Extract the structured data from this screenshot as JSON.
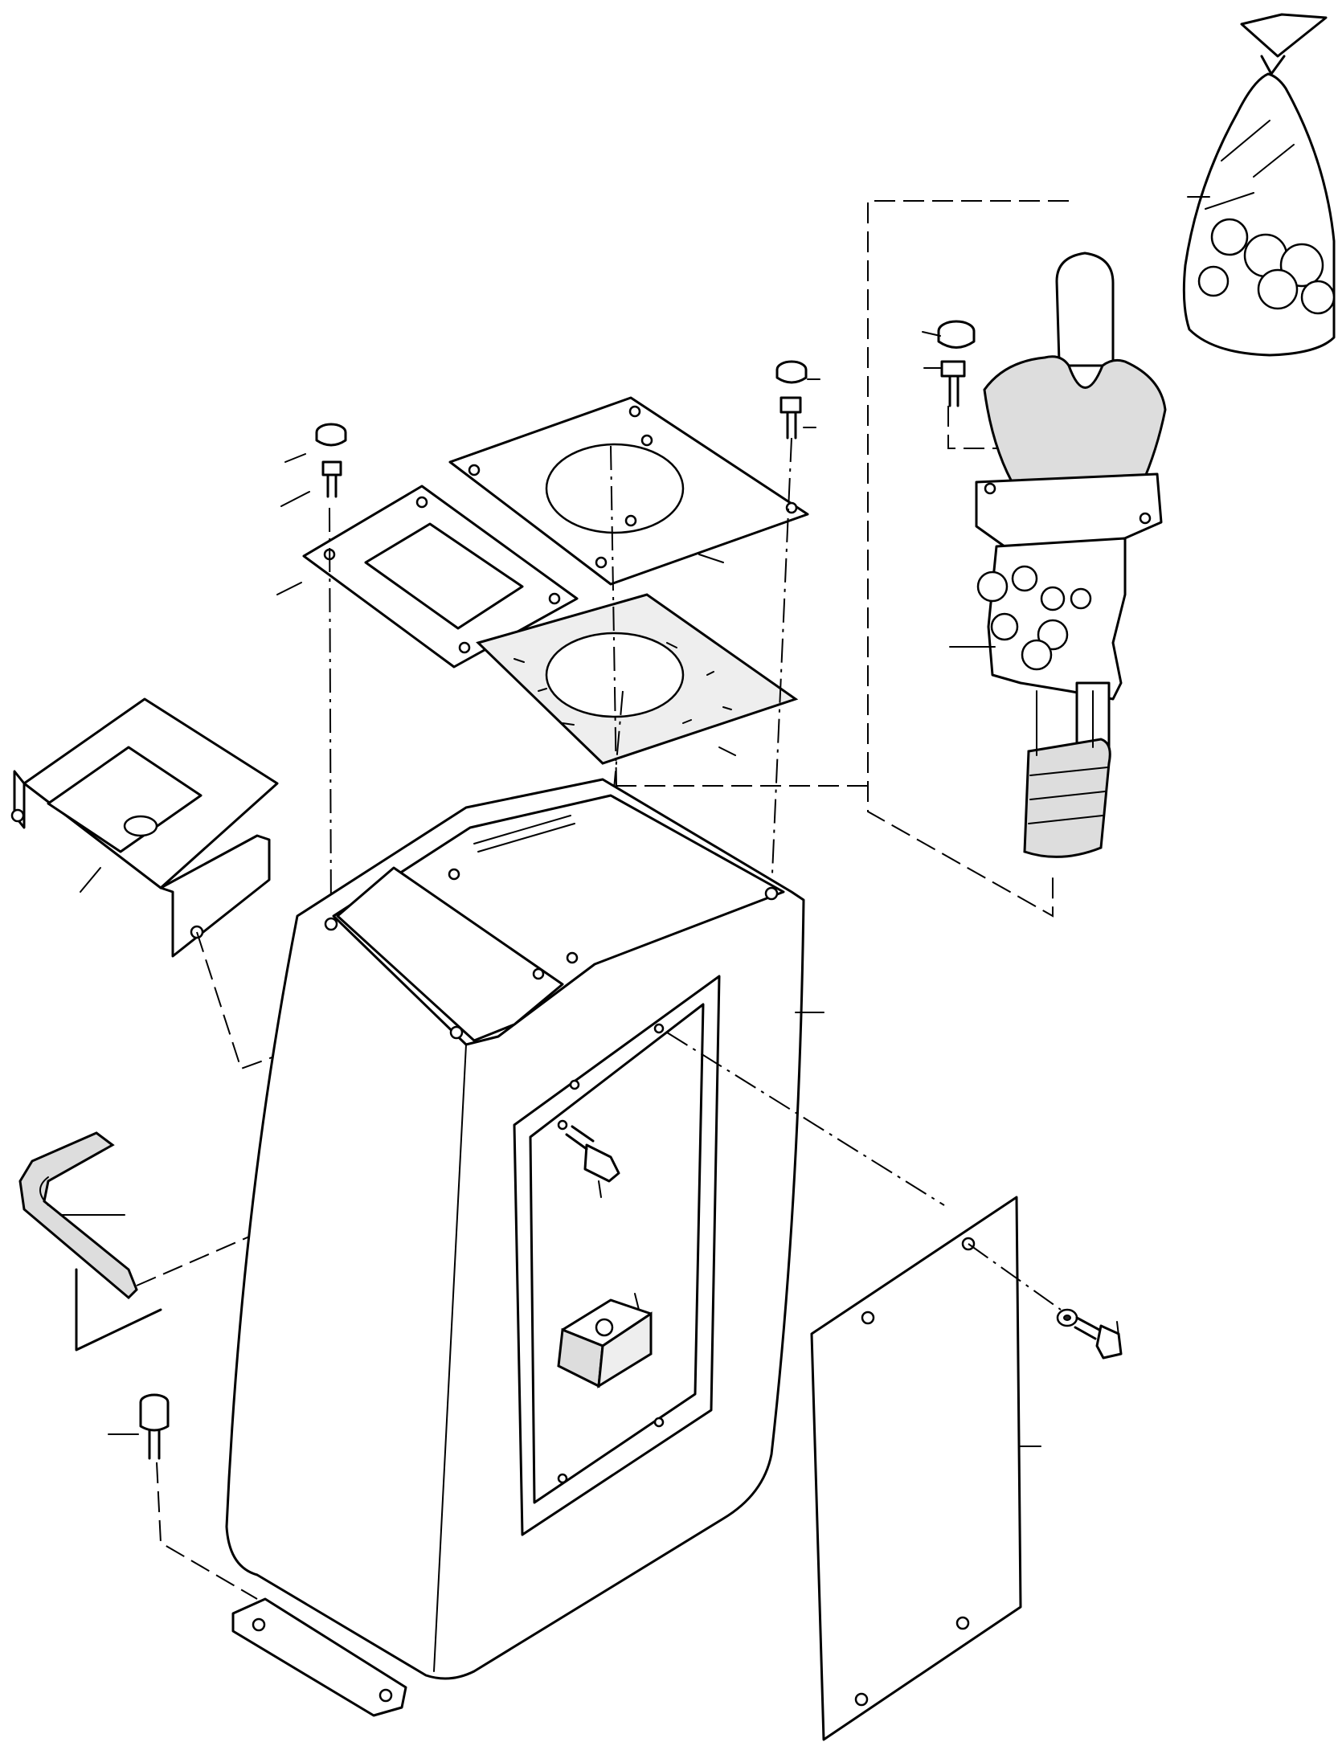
{
  "diagram": {
    "kind": "exploded-parts-view",
    "components": [
      {
        "id": "parts-bag",
        "icon": "bag-icon"
      },
      {
        "id": "joystick-control-valve",
        "icon": "joystick-icon"
      },
      {
        "id": "top-plate-rect-opening",
        "icon": "plate-icon"
      },
      {
        "id": "top-plate-round-opening",
        "icon": "plate-icon"
      },
      {
        "id": "gasket-round-opening",
        "icon": "gasket-icon"
      },
      {
        "id": "switch-bracket",
        "icon": "bracket-icon"
      },
      {
        "id": "edge-trim-seal",
        "icon": "seal-icon"
      },
      {
        "id": "console-housing",
        "icon": "housing-icon"
      },
      {
        "id": "access-cover-panel",
        "icon": "panel-icon"
      },
      {
        "id": "foam-block",
        "icon": "foam-icon"
      },
      {
        "id": "cap-screws-and-plugs",
        "icon": "screw-icon"
      }
    ]
  }
}
